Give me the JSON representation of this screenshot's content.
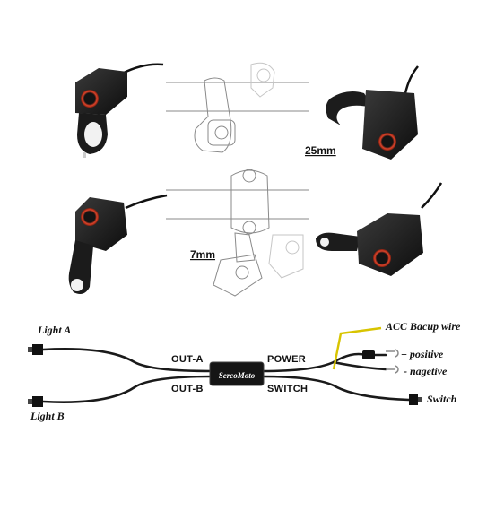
{
  "dimensions": {
    "width_25": "25mm",
    "width_7": "7mm"
  },
  "wiring": {
    "brand": "SercoMoto",
    "out_a": "OUT-A",
    "out_b": "OUT-B",
    "power": "POWER",
    "switch_port": "SWITCH",
    "light_a": "Light A",
    "light_b": "Light B",
    "acc_wire": "ACC Bacup wire",
    "positive": "+ positive",
    "negative": "- nagetive",
    "switch_label": "Switch"
  },
  "colors": {
    "housing": "#1a1a1a",
    "button_ring": "#e0442a",
    "acc_wire": "#d8c400",
    "line_art": "#8a8a8a"
  }
}
